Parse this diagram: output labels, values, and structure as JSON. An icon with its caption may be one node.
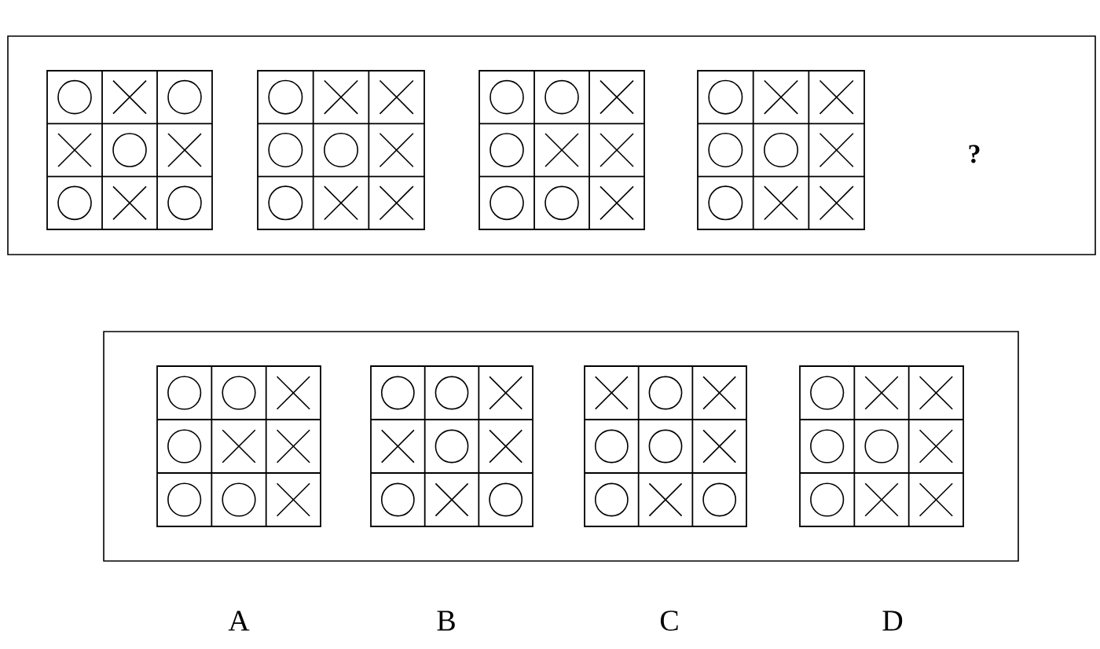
{
  "diagram": {
    "nodes": [
      {
        "text": [],
        "shape": "box"
      },
      {
        "text": [],
        "shape": "box",
        "in": 0
      },
      {
        "text": [],
        "shape": "box",
        "in": 0
      },
      {
        "text": [],
        "shape": "box",
        "in": 0
      },
      {
        "text": [],
        "shape": "box",
        "in": 0
      },
      {
        "text": [],
        "shape": "box"
      },
      {
        "text": [],
        "shape": "box",
        "in": 5
      },
      {
        "text": [],
        "shape": "box",
        "in": 5
      },
      {
        "text": [],
        "shape": "box",
        "in": 5
      },
      {
        "text": [],
        "shape": "box",
        "in": 5
      }
    ],
    "edges": [],
    "labels": [
      "?",
      "A",
      "B",
      "C",
      "D"
    ]
  }
}
